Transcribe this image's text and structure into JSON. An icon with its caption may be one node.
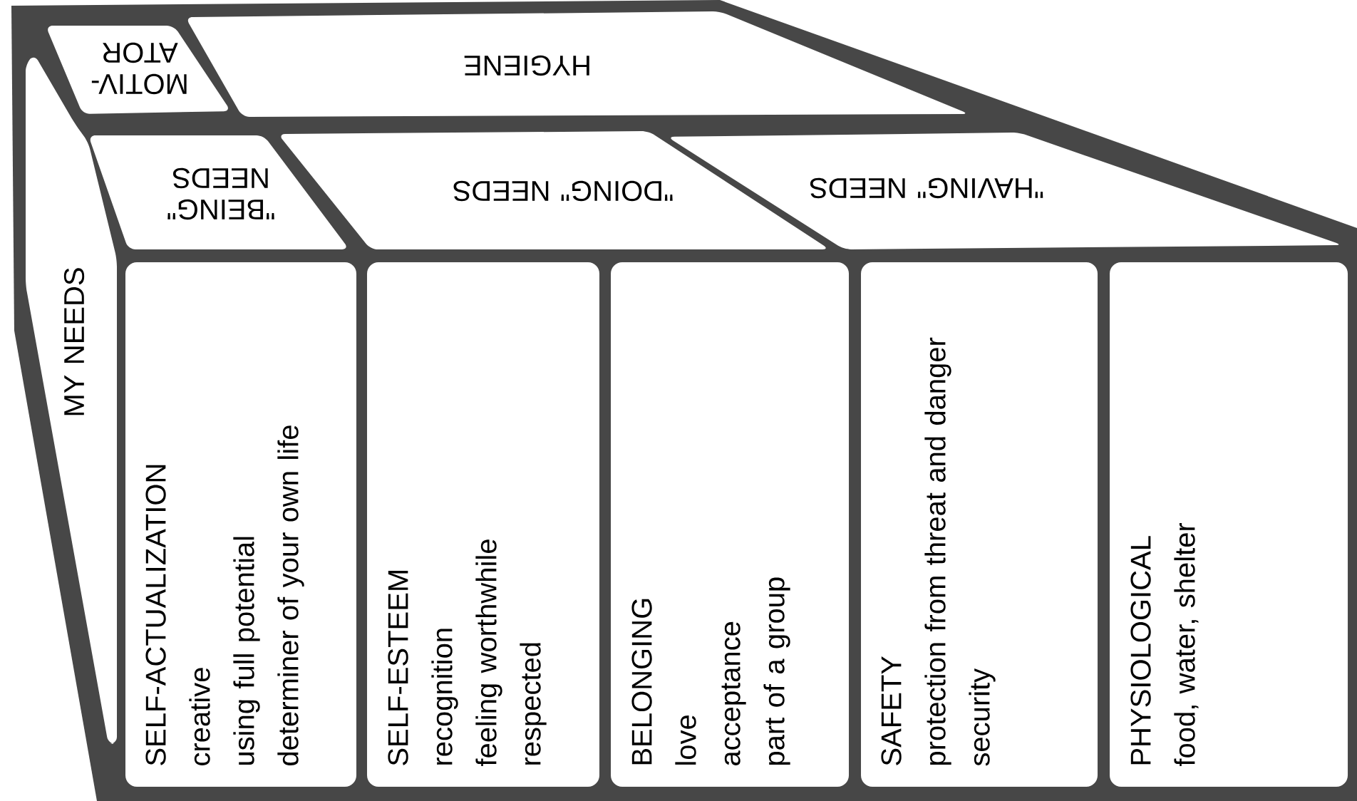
{
  "diagram": {
    "nodes": [
      {
        "text": [
          "MOTIV- ATOR"
        ]
      },
      {
        "text": [
          "HYGIENE"
        ]
      },
      {
        "text": [
          "\"BEING\" NEEDS"
        ]
      },
      {
        "text": [
          "\"DOING\" NEEDS"
        ]
      },
      {
        "text": [
          "\"HAVING\" NEEDS"
        ]
      },
      {
        "text": [
          "MY NEEDS"
        ]
      },
      {
        "text": [
          "SELF-ACTUALIZATION",
          "creative",
          "using full potential",
          "determiner of your own life"
        ]
      },
      {
        "text": [
          "SELF-ESTEEM",
          "recognition",
          "feeling worthwhile",
          "respected"
        ]
      },
      {
        "text": [
          "BELONGING",
          "love",
          "acceptance",
          "part of a group"
        ]
      },
      {
        "text": [
          "SAFETY",
          "protection from threat and danger",
          "security"
        ]
      },
      {
        "text": [
          "PHYSIOLOGICAL",
          "food, water, shelter"
        ]
      }
    ],
    "edges": []
  }
}
